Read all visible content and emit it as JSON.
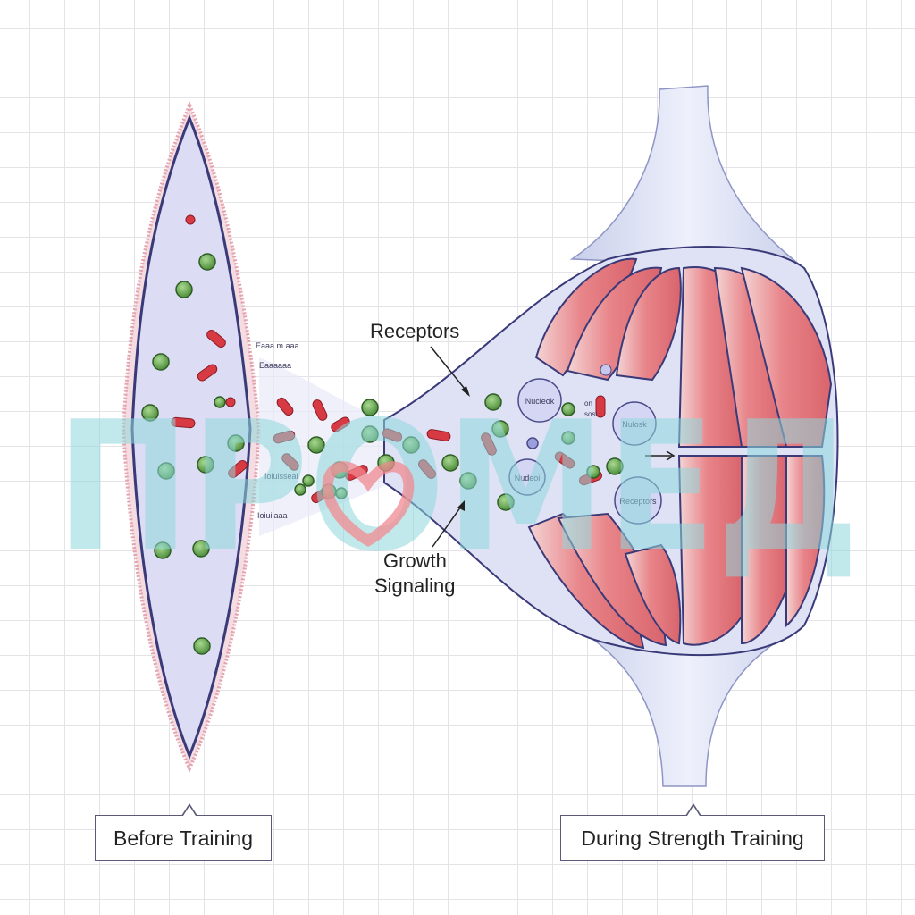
{
  "labels": {
    "receptors": "Receptors",
    "growth_line1": "Growth",
    "growth_line2": "Signaling",
    "before": "Before Training",
    "during": "During Strength Training"
  },
  "nuclei_labels": {
    "n1": "Nucleok",
    "n2": "Nulosk",
    "n3": "Nudeoi",
    "n4": "Receptors"
  },
  "tiny_text": {
    "t1": "Eaaa m aaa",
    "t2": "Eaaaaaa",
    "t3": "Ioiuisseai",
    "t4": "Ioiuiiaaa",
    "t5": "on",
    "t6": "sosl"
  },
  "watermark": "ПРОМЕД",
  "colors": {
    "cell_fill": "#dcdcf4",
    "cell_outline": "#3a3a78",
    "membrane": "#e89aa8",
    "muscle": "#e88a8e",
    "red_particle": "#d83a44",
    "green_particle": "#6fb25a",
    "watermark": "#8fd8dc",
    "watermark_heart": "#f08a90"
  }
}
